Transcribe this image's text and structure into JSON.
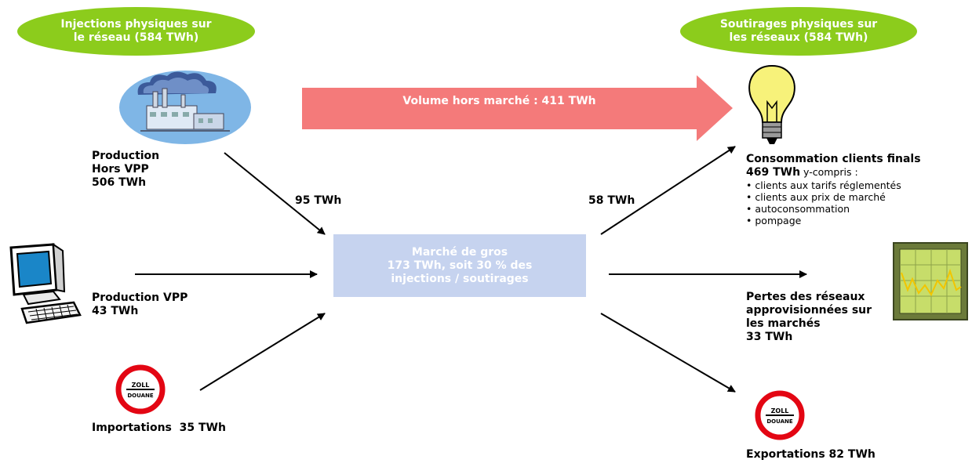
{
  "left_header": "Injections physiques sur\nle réseau (584 TWh)",
  "right_header": "Soutirages physiques sur\nles réseaux (584 TWh)",
  "big_arrow_label": "Volume hors marché : 411 TWh",
  "market_box": "Marché de gros\n173 TWh, soit 30 % des\ninjections / soutirages",
  "flow_labels": {
    "production_in": "95  TWh",
    "consumption_out": "58  TWh"
  },
  "sources": {
    "production_hors_vpp": "Production\nHors VPP\n506 TWh",
    "production_vpp": "Production VPP\n43 TWh",
    "importations": "Importations  35 TWh"
  },
  "destinations": {
    "consommation_title": "Consommation clients finals",
    "consommation_value": "469 TWh",
    "consommation_suffix": " y-compris :",
    "consommation_items": [
      "clients aux tarifs réglementés",
      "clients aux prix de marché",
      "autoconsommation",
      "pompage"
    ],
    "pertes": "Pertes des réseaux\napprovisionnées sur\nles marchés\n33 TWh",
    "exportations": "Exportations 82 TWh"
  },
  "customs_sign": {
    "top": "ZOLL",
    "bottom": "DOUANE"
  },
  "colors": {
    "pill": "#8ccc1c",
    "big_arrow": "#f47a7a",
    "market": "#c6d3ef",
    "sign_red": "#e30613"
  }
}
